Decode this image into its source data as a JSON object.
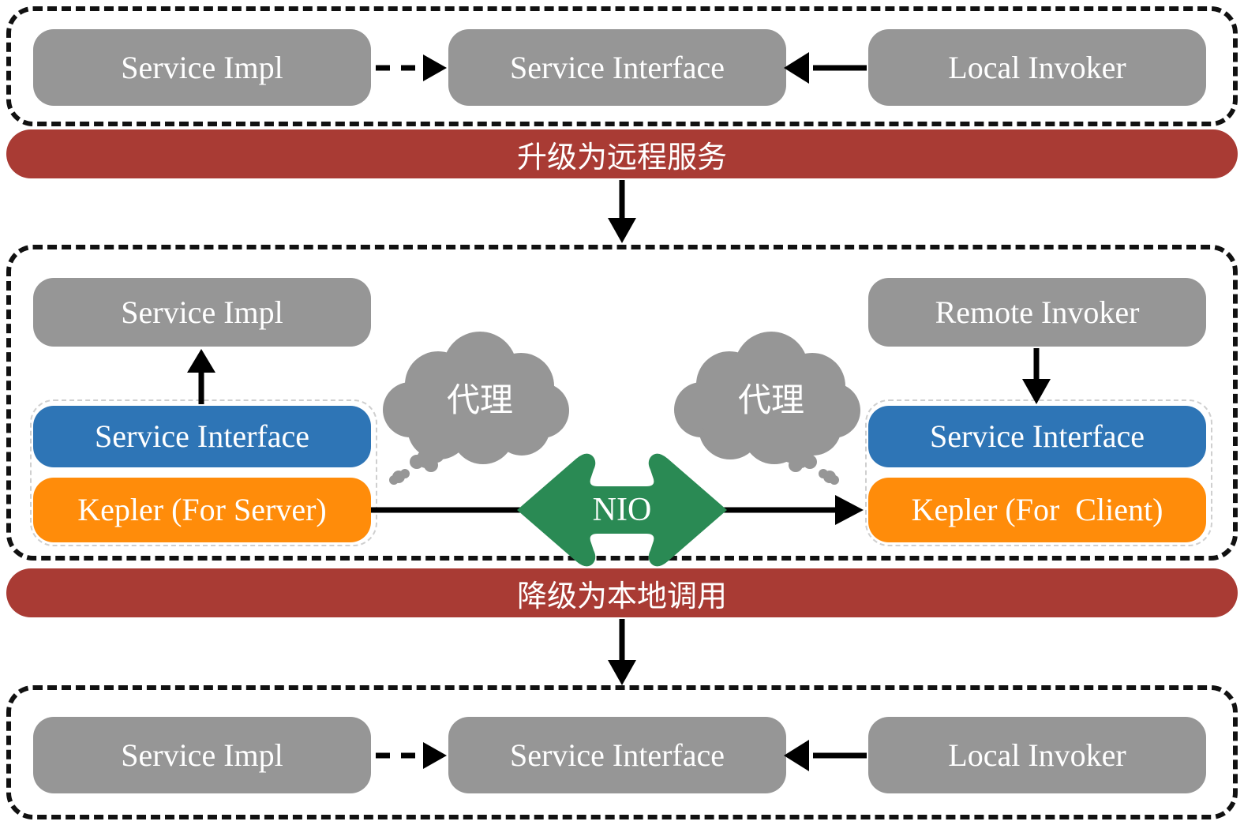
{
  "diagram": {
    "title": "Kepler service upgrade / downgrade architecture",
    "colors": {
      "gray_node": "#969696",
      "blue_node": "#2E75B6",
      "orange_node": "#FF8C0A",
      "red_banner": "#A93B34",
      "green_arrow": "#2A8A54",
      "cloud_gray": "#969696",
      "border_black": "#111111",
      "subgroup_dash": "#cfcfcf",
      "background": "#ffffff"
    }
  },
  "top_group": {
    "service_impl": "Service Impl",
    "service_interface": "Service Interface",
    "local_invoker": "Local Invoker"
  },
  "banner_upgrade": {
    "label": "升级为远程服务"
  },
  "middle_group": {
    "server_side": {
      "service_impl": "Service Impl",
      "service_interface": "Service Interface",
      "kepler": "Kepler (For Server)"
    },
    "client_side": {
      "remote_invoker": "Remote Invoker",
      "service_interface": "Service Interface",
      "kepler": "Kepler (For  Client)"
    },
    "proxy_cloud_left": "代理",
    "proxy_cloud_right": "代理",
    "transport": "NIO"
  },
  "banner_downgrade": {
    "label": "降级为本地调用"
  },
  "bottom_group": {
    "service_impl": "Service Impl",
    "service_interface": "Service Interface",
    "local_invoker": "Local Invoker"
  }
}
